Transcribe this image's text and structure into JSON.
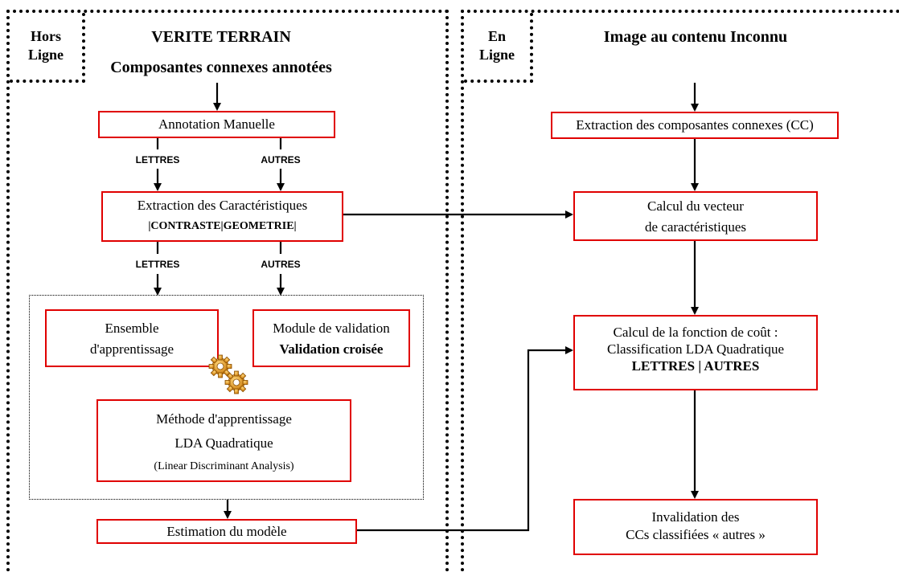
{
  "offline": {
    "tag": [
      "Hors",
      "Ligne"
    ],
    "title": "VERITE TERRAIN",
    "subtitle": "Composantes connexes annotées",
    "annotation_box": "Annotation Manuelle",
    "label_left_1": "LETTRES",
    "label_right_1": "AUTRES",
    "extraction_box": {
      "line1": "Extraction des Caractéristiques",
      "line2": "|CONTRASTE|GEOMETRIE|"
    },
    "label_left_2": "LETTRES",
    "label_right_2": "AUTRES",
    "training_set_box": [
      "Ensemble",
      "d'apprentissage"
    ],
    "validation_box": {
      "line1": "Module de validation",
      "line2": "Validation croisée"
    },
    "method_box": {
      "line1": "Méthode d'apprentissage",
      "line2": "LDA Quadratique",
      "line3": "(Linear Discriminant Analysis)"
    },
    "estimation_box": "Estimation du modèle",
    "gears_icon": "gears-icon"
  },
  "online": {
    "tag": [
      "En",
      "Ligne"
    ],
    "title": "Image au contenu Inconnu",
    "cc_extraction_box": "Extraction des composantes connexes (CC)",
    "feature_vector_box": [
      "Calcul du vecteur",
      "de caractéristiques"
    ],
    "cost_box": {
      "line1": "Calcul de la fonction de coût :",
      "line2": "Classification LDA Quadratique",
      "line3": "LETTRES | AUTRES"
    },
    "invalidation_box": [
      "Invalidation des",
      "CCs  classifiées « autres »"
    ]
  },
  "colors": {
    "box_border": "#e00000",
    "gear": "#e8a11a"
  }
}
